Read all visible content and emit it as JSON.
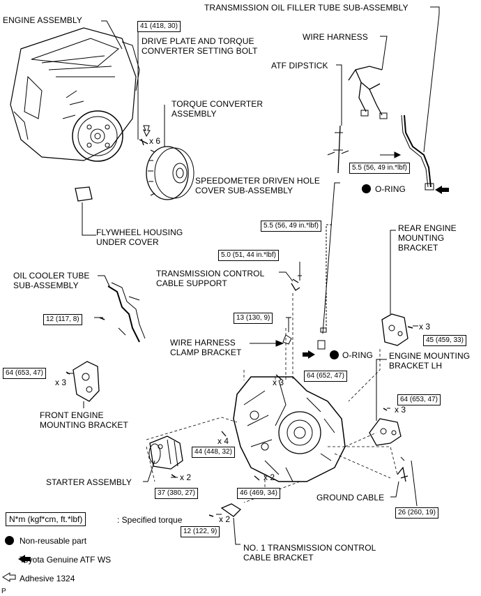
{
  "labels": {
    "engine_assembly": "ENGINE ASSEMBLY",
    "transmission_oil_filler_tube": "TRANSMISSION OIL FILLER TUBE SUB-ASSEMBLY",
    "drive_plate_bolt": "DRIVE PLATE AND TORQUE\nCONVERTER SETTING BOLT",
    "wire_harness_top": "WIRE HARNESS",
    "atf_dipstick": "ATF DIPSTICK",
    "torque_converter": "TORQUE CONVERTER\nASSEMBLY",
    "speedometer_cover": "SPEEDOMETER DRIVEN HOLE\nCOVER SUB-ASSEMBLY",
    "o_ring_top": "O-RING",
    "flywheel_cover": "FLYWHEEL HOUSING\nUNDER COVER",
    "rear_engine_bracket": "REAR ENGINE\nMOUNTING\nBRACKET",
    "oil_cooler_tube": "OIL COOLER TUBE\nSUB-ASSEMBLY",
    "trans_control_cable_support": "TRANSMISSION CONTROL\nCABLE SUPPORT",
    "wire_harness_clamp": "WIRE HARNESS\nCLAMP BRACKET",
    "o_ring_mid": "O-RING",
    "engine_mount_lh": "ENGINE MOUNTING\nBRACKET LH",
    "front_engine_bracket": "FRONT ENGINE\nMOUNTING BRACKET",
    "starter_assembly": "STARTER ASSEMBLY",
    "ground_cable": "GROUND CABLE",
    "no1_cable_bracket": "NO. 1 TRANSMISSION CONTROL\nCABLE BRACKET"
  },
  "torques": {
    "t41": "41 (418, 30)",
    "t55_a": "5.5 (56, 49 in.*lbf)",
    "t55_b": "5.5 (56, 49 in.*lbf)",
    "t50": "5.0 (51, 44 in.*lbf)",
    "t12_a": "12 (117, 8)",
    "t13": "13 (130, 9)",
    "t64_a": "64 (653, 47)",
    "t64_b": "64 (652, 47)",
    "t64_c": "64 (653, 47)",
    "t45": "45 (459, 33)",
    "t44": "44 (448, 32)",
    "t37": "37 (380, 27)",
    "t46": "46 (469, 34)",
    "t26": "26 (260, 19)",
    "t12_b": "12 (122, 9)"
  },
  "quantities": {
    "q_x6": "x 6",
    "q_x3_a": "x 3",
    "q_x3_b": "x 3",
    "q_x3_c": "x 3",
    "q_x3_d": "x 3",
    "q_x4": "x 4",
    "q_x2_a": "x 2",
    "q_x2_b": "x 2",
    "q_x2_c": "x 2"
  },
  "legend": {
    "unit": "N*m (kgf*cm, ft.*lbf)",
    "unit_desc": ": Specified torque",
    "non_reusable": "Non-reusable part",
    "atf_ws": "Toyota Genuine ATF WS",
    "adhesive": "Adhesive 1324"
  },
  "corner_mark": "P"
}
